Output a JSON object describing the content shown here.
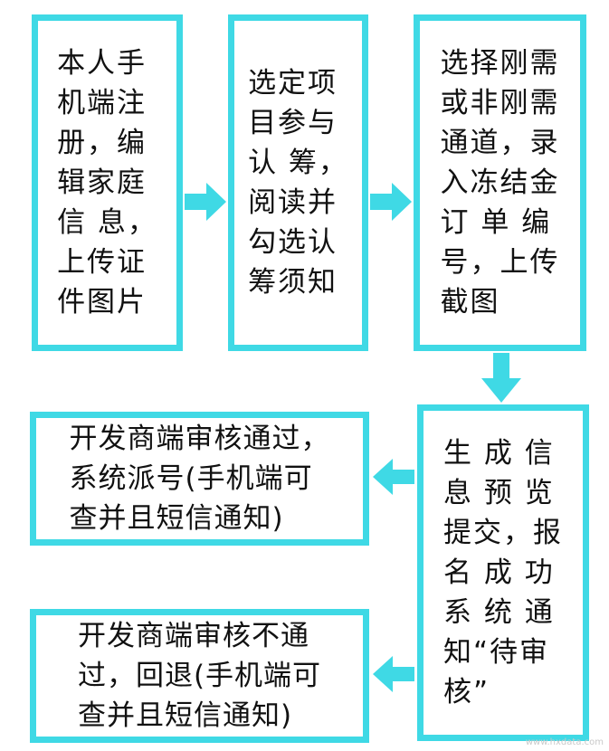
{
  "colors": {
    "border": "#3fd9e5",
    "arrow": "#3fd9e5",
    "text": "#111111"
  },
  "steps": [
    {
      "id": "step1",
      "text": "本人手\n机端注\n册，编\n辑家庭\n信 息，\n上传证\n件图片"
    },
    {
      "id": "step2",
      "text": "选定项\n目参与\n认 筹，\n阅读并\n勾选认\n筹须知"
    },
    {
      "id": "step3",
      "text": "选择刚需\n或非刚需\n通道，录\n入冻结金\n订 单 编\n号，上传\n截图"
    },
    {
      "id": "step4",
      "text": "生 成 信\n息 预 览\n提交，报\n名 成 功\n系 统 通\n知“待审\n核”"
    },
    {
      "id": "pass",
      "text": "开发商端审核通过，\n系统派号(手机端可\n查并且短信通知)"
    },
    {
      "id": "fail",
      "text": "开发商端审核不通\n过，回退(手机端可\n查并且短信通知)"
    }
  ],
  "watermark": "www.hxdata.com"
}
